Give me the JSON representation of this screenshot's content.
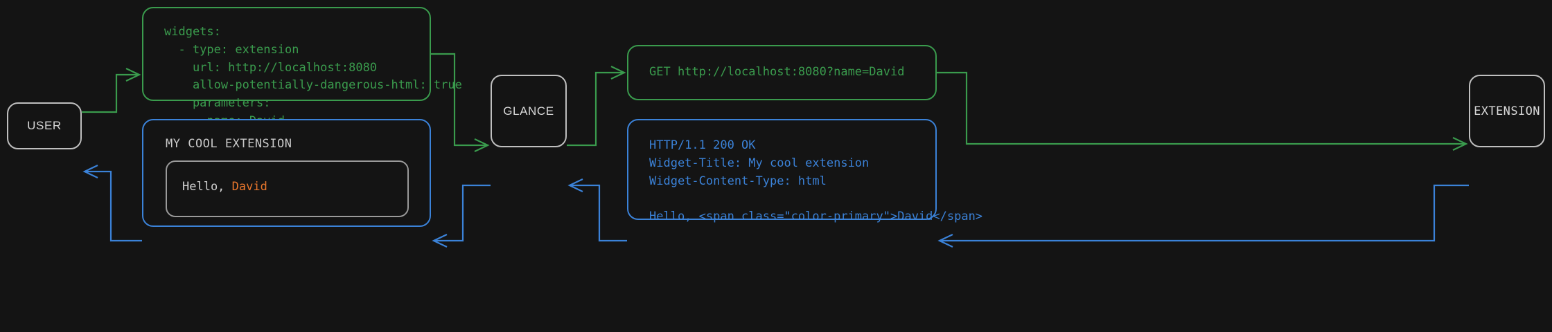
{
  "theme": {
    "background": "#141414",
    "node_border": "#bfbfbf",
    "node_text": "#d8d8d8",
    "request_green": "#3a9b4d",
    "response_blue": "#3b82d8",
    "widget_border": "#9a9a9a",
    "accent_orange": "#e8762c"
  },
  "nodes": {
    "user": "USER",
    "glance": "GLANCE",
    "extension": "EXTENSION"
  },
  "panels": {
    "config_yaml": "widgets:\n  - type: extension\n    url: http://localhost:8080\n    allow-potentially-dangerous-html: true\n    parameters:\n      name: David",
    "http_request": "GET http://localhost:8080?name=David",
    "http_response": "HTTP/1.1 200 OK\nWidget-Title: My cool extension\nWidget-Content-Type: html\n\nHello, <span class=\"color-primary\">David</span>"
  },
  "widget_preview": {
    "title": "MY COOL EXTENSION",
    "greeting": "Hello, ",
    "name": "David"
  },
  "flow": {
    "request_color": "#3a9b4d",
    "response_color": "#3b82d8",
    "direction_request": "USER → GLANCE → EXTENSION",
    "direction_response": "EXTENSION → GLANCE → USER"
  }
}
